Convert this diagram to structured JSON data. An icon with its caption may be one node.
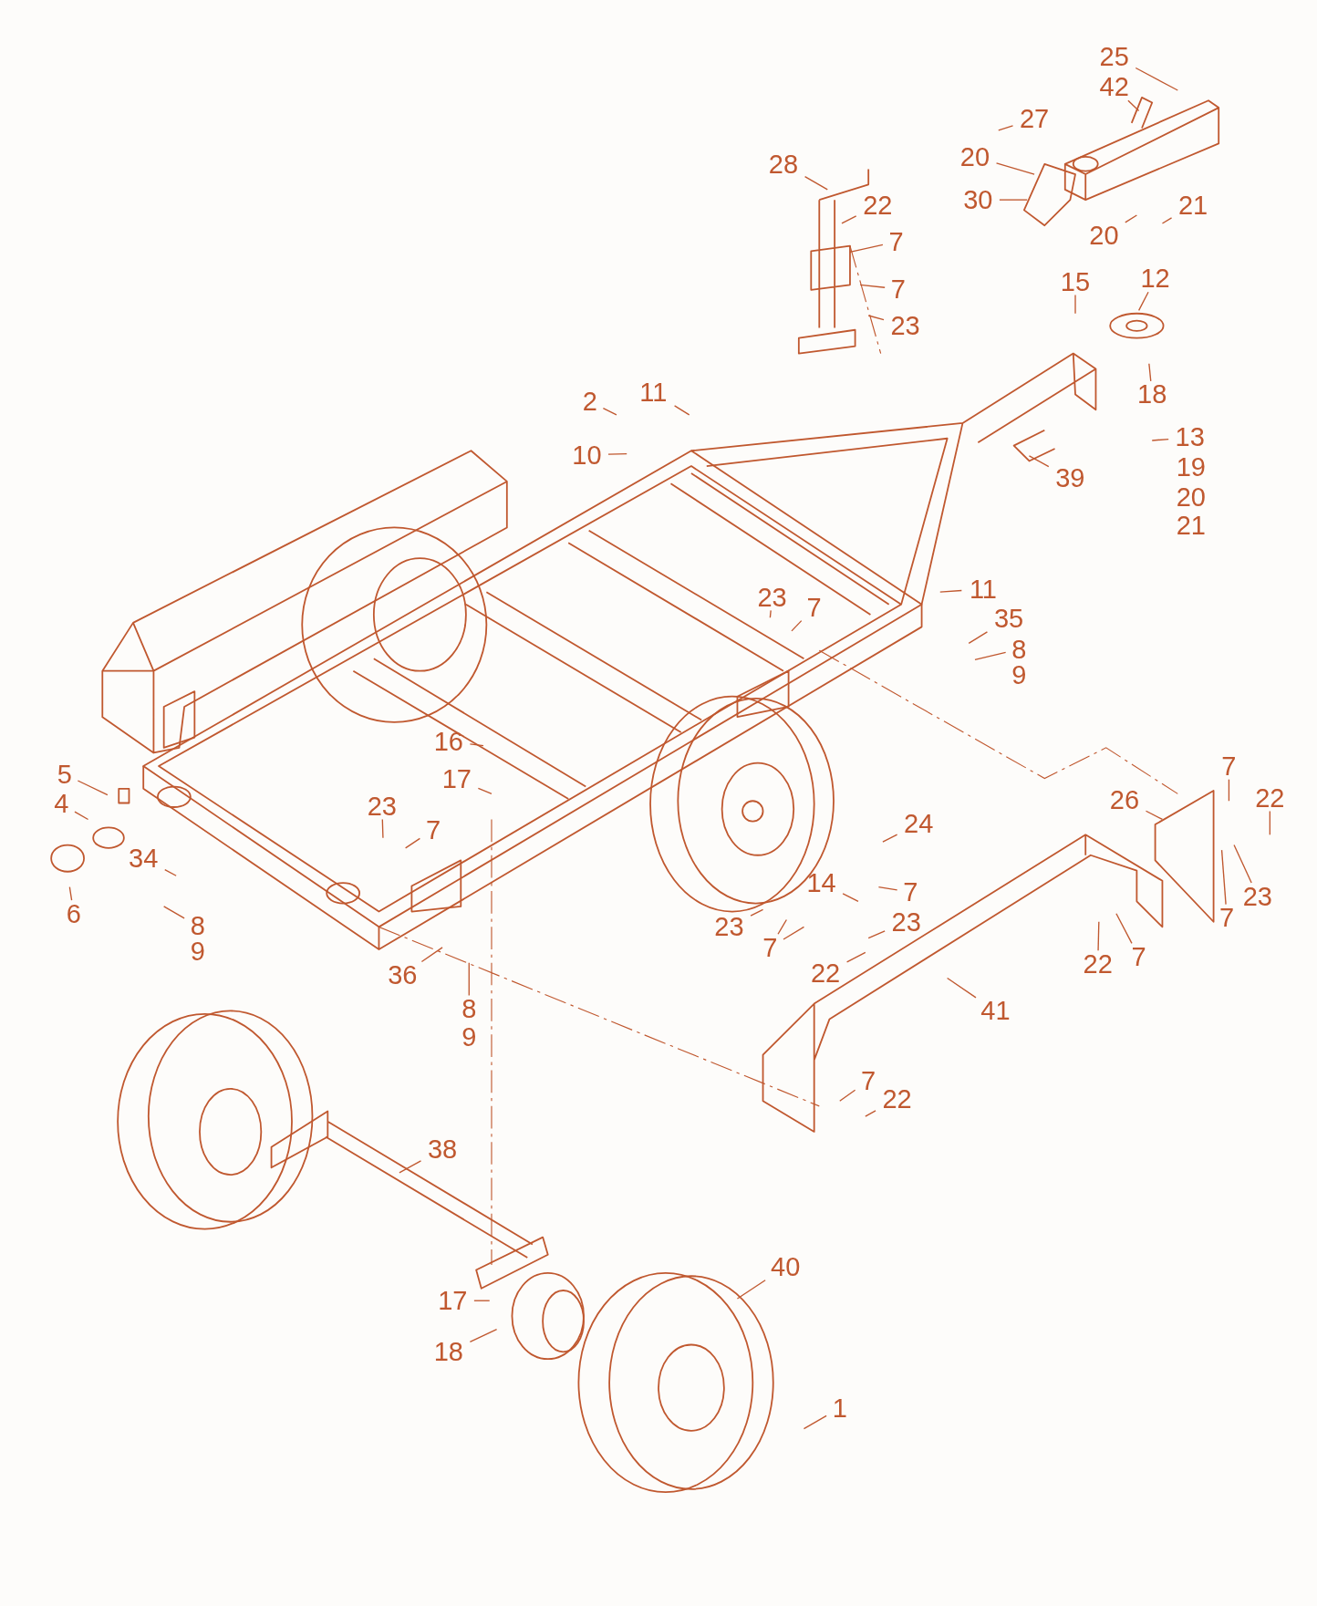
{
  "diagram": {
    "nodes": [
      {
        "text": [
          "25"
        ]
      },
      {
        "text": [
          "42"
        ]
      },
      {
        "text": [
          "27"
        ]
      },
      {
        "text": [
          "20"
        ]
      },
      {
        "text": [
          "30"
        ]
      },
      {
        "text": [
          "21"
        ]
      },
      {
        "text": [
          "20"
        ]
      },
      {
        "text": [
          "28"
        ]
      },
      {
        "text": [
          "22"
        ]
      },
      {
        "text": [
          "7"
        ]
      },
      {
        "text": [
          "7"
        ]
      },
      {
        "text": [
          "23"
        ]
      },
      {
        "text": [
          "15"
        ]
      },
      {
        "text": [
          "12"
        ]
      },
      {
        "text": [
          "18"
        ]
      },
      {
        "text": [
          "13"
        ]
      },
      {
        "text": [
          "39"
        ]
      },
      {
        "text": [
          "2"
        ]
      },
      {
        "text": [
          "11"
        ]
      },
      {
        "text": [
          "10"
        ]
      },
      {
        "text": [
          "11"
        ]
      },
      {
        "text": [
          "23"
        ]
      },
      {
        "text": [
          "7"
        ]
      },
      {
        "text": [
          "35"
        ]
      },
      {
        "text": [
          "8"
        ]
      },
      {
        "text": [
          "5"
        ]
      },
      {
        "text": [
          "4"
        ]
      },
      {
        "text": [
          "6"
        ]
      },
      {
        "text": [
          "16"
        ]
      },
      {
        "text": [
          "17"
        ]
      },
      {
        "text": [
          "23"
        ]
      },
      {
        "text": [
          "7"
        ]
      },
      {
        "text": [
          "34"
        ]
      },
      {
        "text": [
          "8"
        ]
      },
      {
        "text": [
          "36"
        ]
      },
      {
        "text": [
          "8"
        ]
      },
      {
        "text": [
          "24"
        ]
      },
      {
        "text": [
          "14"
        ]
      },
      {
        "text": [
          "7"
        ]
      },
      {
        "text": [
          "23"
        ]
      },
      {
        "text": [
          "23"
        ]
      },
      {
        "text": [
          "7"
        ]
      },
      {
        "text": [
          "22"
        ]
      },
      {
        "text": [
          "26"
        ]
      },
      {
        "text": [
          "7"
        ]
      },
      {
        "text": [
          "22"
        ]
      },
      {
        "text": [
          "23"
        ]
      },
      {
        "text": [
          "7"
        ]
      },
      {
        "text": [
          "22"
        ]
      },
      {
        "text": [
          "7"
        ]
      },
      {
        "text": [
          "41"
        ]
      },
      {
        "text": [
          "7"
        ]
      },
      {
        "text": [
          "22"
        ]
      },
      {
        "text": [
          "38"
        ]
      },
      {
        "text": [
          "40"
        ]
      },
      {
        "text": [
          "17"
        ]
      },
      {
        "text": [
          "18"
        ]
      },
      {
        "text": [
          "1"
        ]
      }
    ],
    "edges": [
      {
        "from": 0,
        "to": null,
        "arrow": "none"
      },
      {
        "from": 1,
        "to": null,
        "arrow": "none"
      },
      {
        "from": 2,
        "to": null,
        "arrow": "none"
      },
      {
        "from": 3,
        "to": null,
        "arrow": "none"
      },
      {
        "from": 4,
        "to": null,
        "arrow": "none"
      },
      {
        "from": 5,
        "to": null,
        "arrow": "none"
      },
      {
        "from": 6,
        "to": null,
        "arrow": "none"
      },
      {
        "from": 7,
        "to": null,
        "arrow": "none"
      },
      {
        "from": 8,
        "to": null,
        "arrow": "none"
      },
      {
        "from": 9,
        "to": null,
        "arrow": "none"
      },
      {
        "from": 10,
        "to": null,
        "arrow": "none"
      },
      {
        "from": 11,
        "to": null,
        "arrow": "none"
      },
      {
        "from": 12,
        "to": null,
        "arrow": "none"
      },
      {
        "from": 13,
        "to": null,
        "arrow": "none"
      },
      {
        "from": 14,
        "to": null,
        "arrow": "none"
      },
      {
        "from": 15,
        "to": null,
        "arrow": "none"
      },
      {
        "from": 16,
        "to": null,
        "arrow": "none"
      },
      {
        "from": 17,
        "to": null,
        "arrow": "none"
      },
      {
        "from": 18,
        "to": null,
        "arrow": "none"
      },
      {
        "from": 19,
        "to": null,
        "arrow": "none"
      },
      {
        "from": 20,
        "to": null,
        "arrow": "none"
      },
      {
        "from": 21,
        "to": null,
        "arrow": "none"
      },
      {
        "from": 22,
        "to": null,
        "arrow": "none"
      },
      {
        "from": 23,
        "to": null,
        "arrow": "none"
      },
      {
        "from": 24,
        "to": null,
        "arrow": "none"
      },
      {
        "from": 25,
        "to": null,
        "arrow": "none"
      },
      {
        "from": 26,
        "to": null,
        "arrow": "none"
      },
      {
        "from": 27,
        "to": null,
        "arrow": "none"
      },
      {
        "from": 28,
        "to": null,
        "arrow": "none"
      },
      {
        "from": 29,
        "to": null,
        "arrow": "none"
      },
      {
        "from": 30,
        "to": null,
        "arrow": "none"
      },
      {
        "from": 31,
        "to": null,
        "arrow": "none"
      },
      {
        "from": 32,
        "to": null,
        "arrow": "none"
      },
      {
        "from": 33,
        "to": null,
        "arrow": "none"
      },
      {
        "from": 34,
        "to": null,
        "arrow": "none"
      },
      {
        "from": 35,
        "to": null,
        "arrow": "none"
      },
      {
        "from": 36,
        "to": null,
        "arrow": "none"
      },
      {
        "from": 37,
        "to": null,
        "arrow": "none"
      },
      {
        "from": 38,
        "to": null,
        "arrow": "none"
      },
      {
        "from": 39,
        "to": null,
        "arrow": "none"
      },
      {
        "from": 40,
        "to": null,
        "arrow": "none"
      },
      {
        "from": 41,
        "to": null,
        "arrow": "none"
      },
      {
        "from": 41,
        "to": null,
        "arrow": "none"
      },
      {
        "from": 42,
        "to": null,
        "arrow": "none"
      },
      {
        "from": 43,
        "to": null,
        "arrow": "none"
      },
      {
        "from": 44,
        "to": null,
        "arrow": "none"
      },
      {
        "from": 45,
        "to": null,
        "arrow": "none"
      },
      {
        "from": 46,
        "to": null,
        "arrow": "none"
      },
      {
        "from": 47,
        "to": null,
        "arrow": "none"
      },
      {
        "from": 48,
        "to": null,
        "arrow": "none"
      },
      {
        "from": 49,
        "to": null,
        "arrow": "none"
      },
      {
        "from": 50,
        "to": null,
        "arrow": "none"
      },
      {
        "from": 51,
        "to": null,
        "arrow": "none"
      },
      {
        "from": 52,
        "to": null,
        "arrow": "none"
      },
      {
        "from": 53,
        "to": null,
        "arrow": "none"
      },
      {
        "from": 54,
        "to": null,
        "arrow": "none"
      },
      {
        "from": 55,
        "to": null,
        "arrow": "none"
      },
      {
        "from": 56,
        "to": null,
        "arrow": "none"
      },
      {
        "from": 57,
        "to": null,
        "arrow": "none"
      }
    ],
    "labels": [
      "19",
      "20",
      "21",
      "9",
      "9",
      "9"
    ]
  }
}
